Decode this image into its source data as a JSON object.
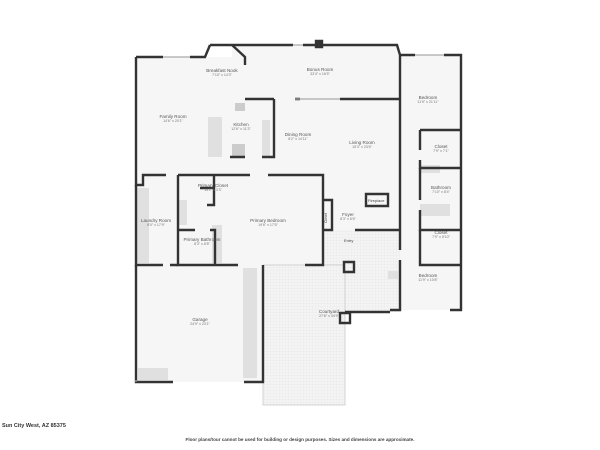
{
  "rooms": [
    {
      "name": "Breakfast Nook",
      "dims": "7'10\" x 14'3\""
    },
    {
      "name": "Bonus Room",
      "dims": "33'4\" x 16'5\""
    },
    {
      "name": "Bedroom",
      "dims": "11'9\" x 21'11\""
    },
    {
      "name": "Family Room",
      "dims": "14'6\" x 20'1\""
    },
    {
      "name": "Kitchen",
      "dims": "12'6\" x 11'3\""
    },
    {
      "name": "Dining Room",
      "dims": "8'2\" x 14'11\""
    },
    {
      "name": "Living Room",
      "dims": "15'3\" x 23'6\""
    },
    {
      "name": "Closet",
      "dims": "7'9\" x 7'1\""
    },
    {
      "name": "Bathroom",
      "dims": "7'10\" x 8'4\""
    },
    {
      "name": "Primary Closet",
      "dims": "14'1\" x 3'3\""
    },
    {
      "name": "Laundry Room",
      "dims": "8'0\" x 17'9\""
    },
    {
      "name": "Primary Bedroom",
      "dims": "19'6\" x 17'5\""
    },
    {
      "name": "Foyer",
      "dims": "8'3\" x 6'6\""
    },
    {
      "name": "Primary Bathroom",
      "dims": "8'3\" x 8'8\""
    },
    {
      "name": "Closet",
      "dims": "7'9\" x 5'10\""
    },
    {
      "name": "Bedroom",
      "dims": "11'9\" x 10'8\""
    },
    {
      "name": "Garage",
      "dims": "24'9\" x 23'1\""
    },
    {
      "name": "Courtyard",
      "dims": "27'6\" x 34'9\""
    }
  ],
  "fixtures": {
    "fireplace": "Fireplace",
    "entry": "Entry",
    "closet_small": "Closet"
  },
  "address": "Sun City West, AZ 85375",
  "disclaimer": "Floor plans/tour cannot be used for building or design purposes. Sizes and dimensions are approximate."
}
